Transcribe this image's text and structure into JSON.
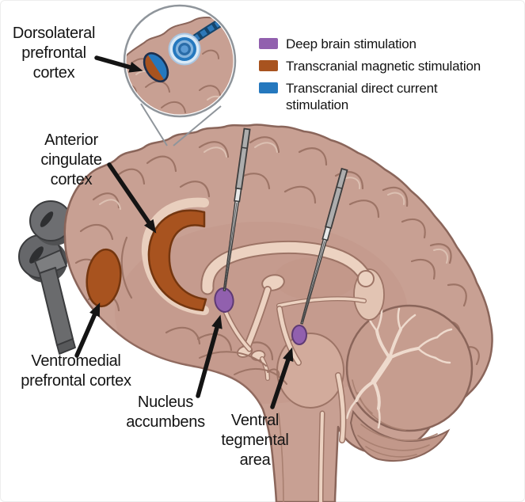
{
  "labels": {
    "dlpfc": "Dorsolateral prefrontal cortex",
    "acc": "Anterior cingulate cortex",
    "vmpfc": "Ventromedial prefrontal cortex",
    "nacc": "Nucleus accumbens",
    "vta": "Ventral tegmental area"
  },
  "legend": {
    "items": [
      {
        "id": "dbs",
        "label": "Deep brain stimulation",
        "color": "#9160ae"
      },
      {
        "id": "tms",
        "label": "Transcranial magnetic stimulation",
        "color": "#a8531f"
      },
      {
        "id": "tdcs",
        "label": "Transcranial direct current stimulation",
        "color": "#2578be"
      }
    ]
  },
  "colors": {
    "dbs": "#9160ae",
    "tms": "#a8531f",
    "tdcs": "#2578be",
    "brain": "#c8a093",
    "brain_outline": "#8a655a",
    "arrow": "#141414"
  }
}
